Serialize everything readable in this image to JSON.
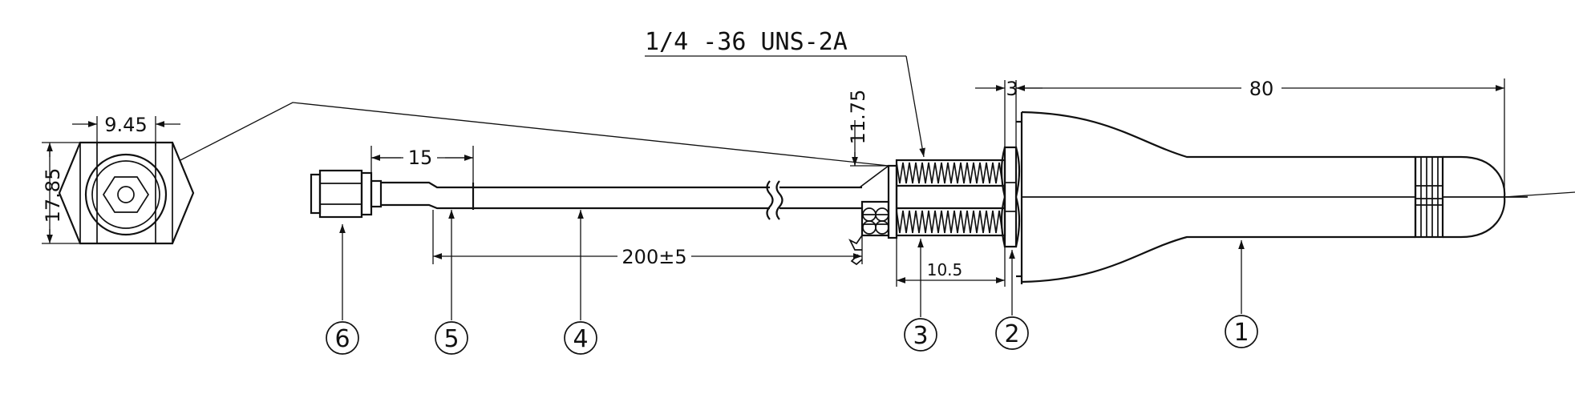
{
  "drawing": {
    "thread_spec": "1/4 -36 UNS-2A",
    "dimensions": {
      "hex_across_flats": "9.45",
      "hex_height": "17.85",
      "sma_length": "15",
      "bulkhead_height": "11.75",
      "nut_thickness": "3",
      "antenna_length": "80",
      "thread_length": "10.5",
      "cable_length": "200±5"
    },
    "callouts": [
      {
        "id": "1",
        "label": "1"
      },
      {
        "id": "2",
        "label": "2"
      },
      {
        "id": "3",
        "label": "3"
      },
      {
        "id": "4",
        "label": "4"
      },
      {
        "id": "5",
        "label": "5"
      },
      {
        "id": "6",
        "label": "6"
      }
    ]
  }
}
